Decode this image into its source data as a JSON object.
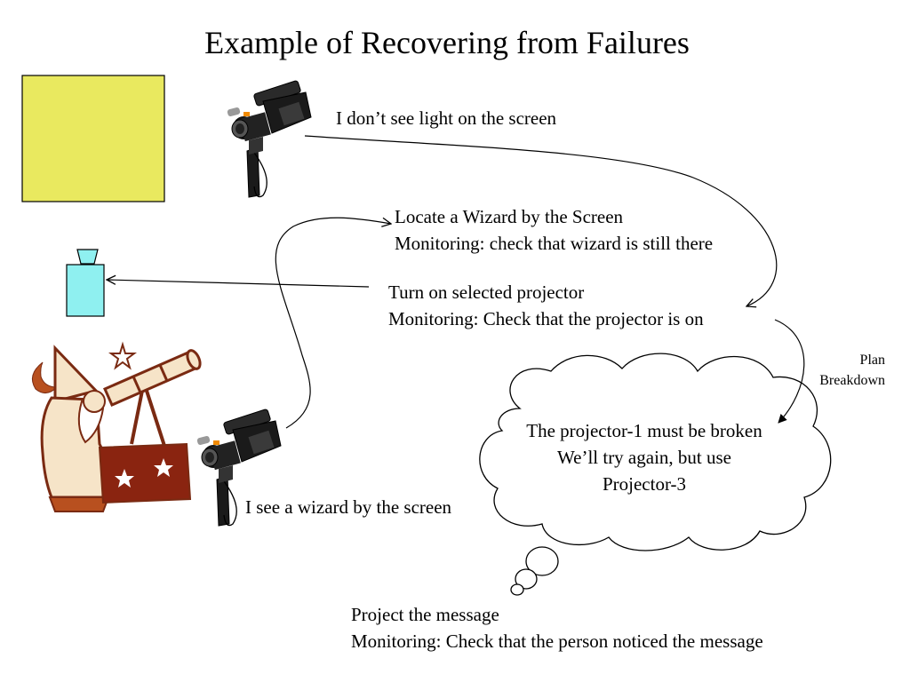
{
  "title": "Example of Recovering from Failures",
  "camera_top_caption": "I don’t see light on the screen",
  "step_locate_wizard": {
    "line1": "Locate a Wizard by the Screen",
    "line2": "Monitoring: check that wizard is still there"
  },
  "step_turn_on_projector": {
    "line1": "Turn on selected projector",
    "line2": "Monitoring: Check that the projector is on"
  },
  "plan_breakdown": {
    "line1": "Plan",
    "line2": "Breakdown"
  },
  "thought": {
    "line1": "The projector-1 must be broken",
    "line2": "We’ll try again, but use",
    "line3": "Projector-3"
  },
  "camera_bottom_caption": "I see a wizard by the screen",
  "step_project_message": {
    "line1": "Project the message",
    "line2": "Monitoring: Check that the person noticed the message"
  },
  "colors": {
    "screen_fill": "#E9E95F",
    "projector_fill": "#8FF0F0",
    "wizard_brown": "#7A2A12",
    "wizard_robe": "#F6E4C8",
    "camera_body": "#1a1a1a"
  },
  "icons": [
    "screen",
    "projector-icon",
    "camera-icon",
    "wizard-icon",
    "thought-cloud"
  ]
}
